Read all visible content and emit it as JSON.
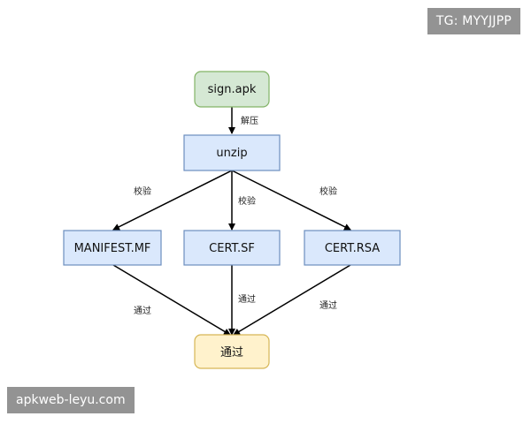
{
  "watermarks": {
    "top_right": "TG: MYYJJPP",
    "bottom_left": "apkweb-leyu.com"
  },
  "nodes": {
    "sign_apk": "sign.apk",
    "unzip": "unzip",
    "manifest": "MANIFEST.MF",
    "cert_sf": "CERT.SF",
    "cert_rsa": "CERT.RSA",
    "pass": "通过"
  },
  "edges": {
    "unzip_label": "解压",
    "verify_left": "校验",
    "verify_mid": "校验",
    "verify_right": "校验",
    "pass_left": "通过",
    "pass_mid": "通过",
    "pass_right": "通过"
  },
  "colors": {
    "start_fill": "#d5e8d4",
    "start_stroke": "#82b366",
    "process_fill": "#dae8fc",
    "process_stroke": "#6c8ebf",
    "end_fill": "#fff2cc",
    "end_stroke": "#d6b656",
    "arrow": "#000000"
  }
}
